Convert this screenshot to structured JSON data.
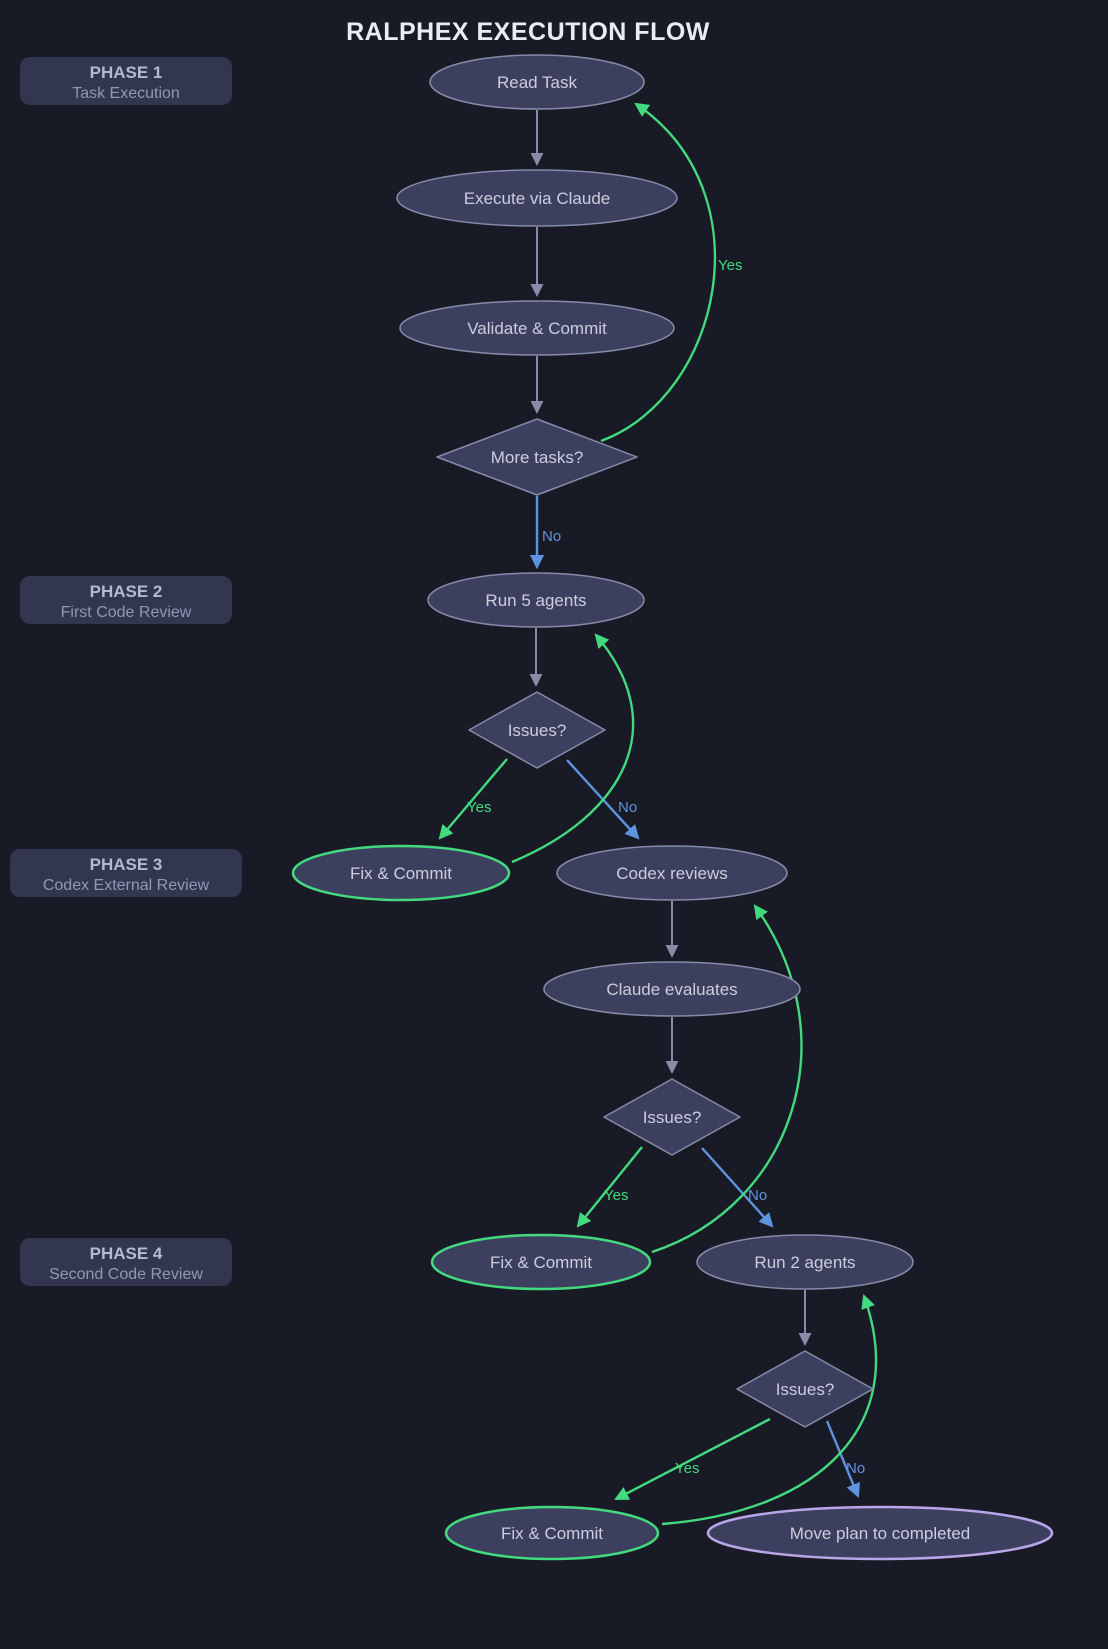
{
  "title": "RALPHEX EXECUTION FLOW",
  "phases": [
    {
      "name": "PHASE 1",
      "subtitle": "Task Execution"
    },
    {
      "name": "PHASE 2",
      "subtitle": "First Code Review"
    },
    {
      "name": "PHASE 3",
      "subtitle": "Codex External Review"
    },
    {
      "name": "PHASE 4",
      "subtitle": "Second Code Review"
    }
  ],
  "nodes": {
    "read_task": "Read Task",
    "execute_via_claude": "Execute via Claude",
    "validate_commit": "Validate & Commit",
    "more_tasks": "More tasks?",
    "run_5_agents": "Run 5 agents",
    "issues_1": "Issues?",
    "fix_commit_1": "Fix & Commit",
    "codex_reviews": "Codex reviews",
    "claude_evaluates": "Claude evaluates",
    "issues_2": "Issues?",
    "fix_commit_2": "Fix & Commit",
    "run_2_agents": "Run 2 agents",
    "issues_3": "Issues?",
    "fix_commit_3": "Fix & Commit",
    "move_plan_completed": "Move plan to completed"
  },
  "edge_labels": {
    "yes": "Yes",
    "no": "No"
  },
  "colors": {
    "background": "#181a25",
    "node_fill": "#3c405e",
    "node_border": "#858ba9",
    "accent_green": "#43d97e",
    "accent_blue": "#5e94dd",
    "accent_purple": "#b9a6e8"
  }
}
